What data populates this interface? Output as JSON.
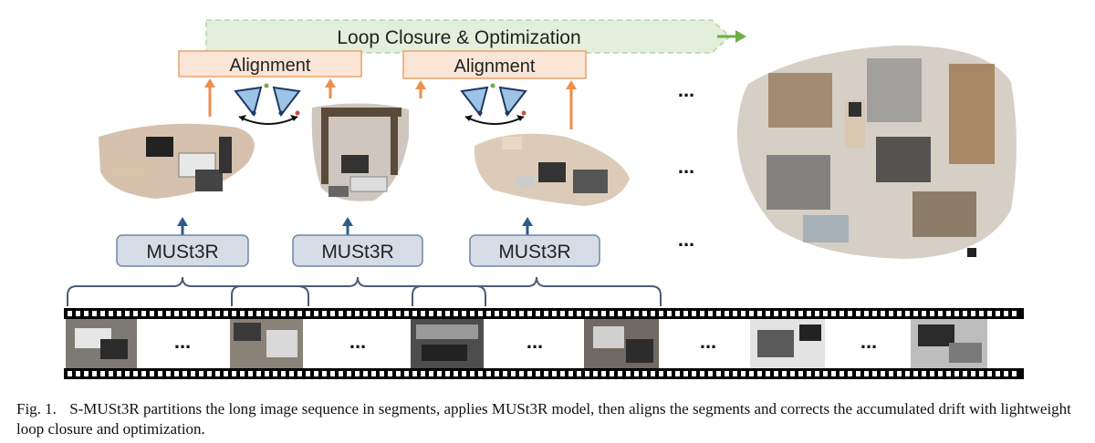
{
  "loop_closure": {
    "label": "Loop Closure & Optimization"
  },
  "alignment_boxes": [
    {
      "label": "Alignment"
    },
    {
      "label": "Alignment"
    }
  ],
  "model_boxes": [
    {
      "label": "MUSt3R"
    },
    {
      "label": "MUSt3R"
    },
    {
      "label": "MUSt3R"
    }
  ],
  "ellipsis": "...",
  "caption": {
    "figure_label": "Fig. 1.",
    "text": "S-MUSt3R partitions the long image sequence in segments, applies MUSt3R model, then aligns the segments and corrects the accumulated drift with lightweight loop closure and optimization."
  },
  "colors": {
    "loop_fill": "#e2efda",
    "alignment_fill": "#fbe5d6",
    "alignment_border": "#e8a36b",
    "orange_arrow": "#ed8e4a",
    "model_fill": "#d6dce5",
    "model_border": "#6f87a8",
    "blue_arrow": "#2e5c8a",
    "green_arrow": "#70ad47",
    "camera_fill": "#9dc3e6",
    "camera_stroke": "#1f3864",
    "bracket": "#4a5e78"
  }
}
